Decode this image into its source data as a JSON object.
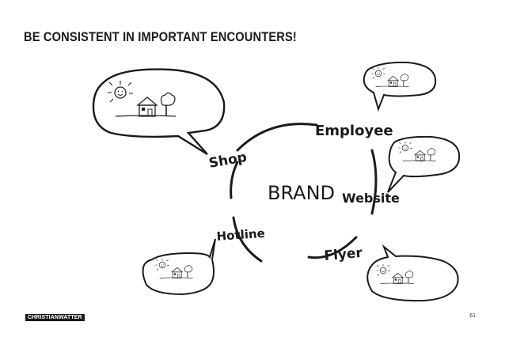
{
  "slide": {
    "title": "BE CONSISTENT IN IMPORTANT ENCOUNTERS!",
    "page_number": "61",
    "logo_text": "CHRISTIANWATTER"
  },
  "diagram": {
    "center": "BRAND",
    "touchpoints": [
      "Shop",
      "Employee",
      "Website",
      "Flyer",
      "Hotline"
    ]
  },
  "icons": [
    "speech-bubble-icon",
    "sun-icon",
    "house-icon",
    "tree-icon"
  ]
}
